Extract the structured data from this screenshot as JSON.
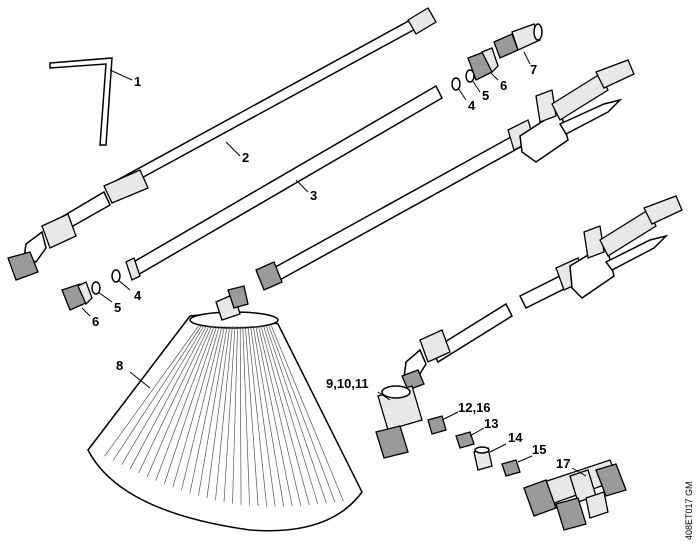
{
  "labels": {
    "p1": "1",
    "p2": "2",
    "p3": "3",
    "p4a": "4",
    "p5a": "5",
    "p6a": "6",
    "p7": "7",
    "p4b": "4",
    "p5b": "5",
    "p6b": "6",
    "p8": "8",
    "p9": "9,10,11",
    "p12": "12,16",
    "p13": "13",
    "p14": "14",
    "p15": "15",
    "p17": "17"
  },
  "drawing_code": "408ET017 GM"
}
